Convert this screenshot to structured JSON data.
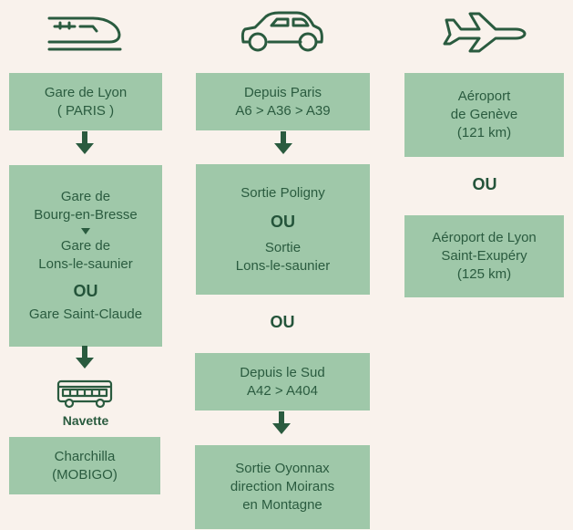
{
  "colors": {
    "background": "#f9f2ec",
    "box": "#9fc8a9",
    "text": "#2a5b3f",
    "accent": "#2a5b3f"
  },
  "icons": {
    "train": "train-icon",
    "car": "car-icon",
    "plane": "plane-icon",
    "bus": "bus-icon"
  },
  "train": {
    "box1": {
      "line1": "Gare de Lyon",
      "line2": "( PARIS )"
    },
    "box2": {
      "line1": "Gare de",
      "line2": "Bourg-en-Bresse",
      "line3": "Gare de",
      "line4": "Lons-le-saunier",
      "ou": "OU",
      "line5": "Gare Saint-Claude"
    },
    "shuttle_label": "Navette",
    "box3": {
      "line1": "Charchilla",
      "line2": "(MOBIGO)"
    }
  },
  "car": {
    "box1": {
      "line1": "Depuis Paris",
      "line2": "A6 > A36 > A39"
    },
    "box2": {
      "line1": "Sortie Poligny",
      "ou": "OU",
      "line2": "Sortie",
      "line3": "Lons-le-saunier"
    },
    "ou": "OU",
    "box3": {
      "line1": "Depuis le Sud",
      "line2": "A42 > A404"
    },
    "box4": {
      "line1": "Sortie Oyonnax",
      "line2": "direction Moirans",
      "line3": "en Montagne"
    }
  },
  "plane": {
    "box1": {
      "line1": "Aéroport",
      "line2": "de Genève",
      "line3": "(121 km)"
    },
    "ou": "OU",
    "box2": {
      "line1": "Aéroport de Lyon",
      "line2": "Saint-Exupéry",
      "line3": "(125 km)"
    }
  }
}
